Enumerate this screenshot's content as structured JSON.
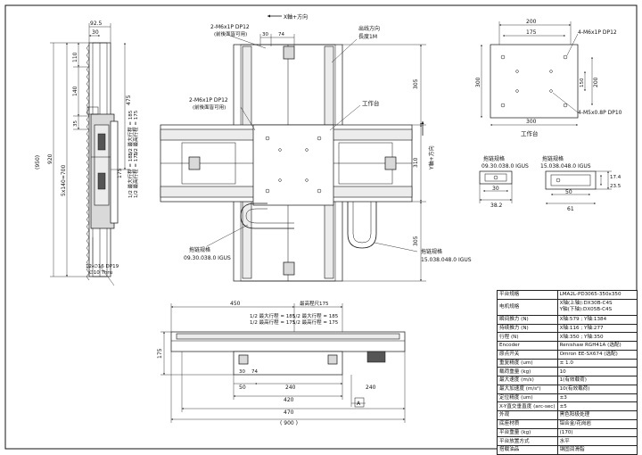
{
  "left_view": {
    "dims": {
      "top": "92.5",
      "top2": "30",
      "d110": "110",
      "d140": "140",
      "d175": "175",
      "d475": "475",
      "d35": "35",
      "pitch": "5x140=700",
      "d920": "920",
      "d950": "(950)"
    },
    "ticks": [
      "1/2 最大行程 = 185",
      "1/2 最高行程 = 175"
    ],
    "ticks2": [
      "1/2 最大行程 = 185",
      "1/2 最高行程 = 175"
    ],
    "hole_note": [
      "12-∅16 DP19",
      "∅10 Thru"
    ]
  },
  "top_view": {
    "callout_tap_top": [
      "2-M6x1P DP12",
      "(前後面皆可用)"
    ],
    "axis_x": "X軸+方向",
    "cable": [
      "出线方向",
      "長度1M"
    ],
    "callout_tap_side": [
      "2-M6x1P DP12",
      "(前後面皆可用)"
    ],
    "table_label": "工作台",
    "dims": {
      "d30": "30",
      "d74": "74",
      "d305a": "305",
      "d310": "310",
      "d305b": "305"
    },
    "axis_y": "Y軸+方向",
    "chain_left": [
      "拖链规格",
      "09.30.038.0 IGUS"
    ],
    "chain_right": [
      "拖链规格",
      "15.038.048.0 IGUS"
    ]
  },
  "front_view": {
    "dims": {
      "d450": "450",
      "center_note": "最高程尺175",
      "d30": "30",
      "d74": "74",
      "d175": "175",
      "d50": "50",
      "d240": "240",
      "d420": "420",
      "d240b": "240",
      "d470": "470",
      "d900": "( 900 )"
    },
    "ticks": [
      "1/2 最大行程 = 185",
      "1/2 最高行程 = 175"
    ],
    "ticks2": [
      "1/2 最大行程 = 185",
      "1/2 最高行程 = 175"
    ],
    "datum": "A"
  },
  "table_view": {
    "dims": {
      "d200": "200",
      "d175": "175",
      "d300h": "300",
      "d150": "150",
      "d200v": "200",
      "d300": "300"
    },
    "tap_note": "4-M6x1P DP12",
    "hole_note": "4-M5x0.8P DP10",
    "label": "工作台"
  },
  "chain_sections": {
    "left": {
      "title": [
        "拖链规格",
        "09.30.038.0 IGUS"
      ],
      "w_inner": "30",
      "w_outer": "38.2"
    },
    "right": {
      "title": [
        "拖链规格",
        "15.038.048.0 IGUS"
      ],
      "w_inner": "50",
      "w_outer": "61",
      "h_inner": "17.4",
      "h_outer": "23.5"
    }
  },
  "spec": [
    {
      "k": "平台规格",
      "v": [
        "LMA2L-PD3065-350x350"
      ]
    },
    {
      "k": "电机规格",
      "v": [
        "X轴(上轴):DX30B-C4S",
        "Y轴(下轴):DX05B-C4S"
      ]
    },
    {
      "k": "瞬间推力 (N)",
      "v": [
        "X轴:579 ; Y轴:1384"
      ]
    },
    {
      "k": "持续推力 (N)",
      "v": [
        "X轴:116 ; Y轴:277"
      ]
    },
    {
      "k": "行程 (N)",
      "v": [
        "X轴:350 ; Y轴:350"
      ]
    },
    {
      "k": "Encoder",
      "v": [
        "Renishaw RGH41A (选配)"
      ]
    },
    {
      "k": "原点开关",
      "v": [
        "Omron EE-SX674 (选配)"
      ]
    },
    {
      "k": "重复精度 (um)",
      "v": [
        "± 1.0"
      ]
    },
    {
      "k": "载荷重量 (kg)",
      "v": [
        "10"
      ]
    },
    {
      "k": "最大速度 (m/s)",
      "v": [
        "1(有效载荷)"
      ]
    },
    {
      "k": "最大加速度 (m/s²)",
      "v": [
        "10(有效载荷)"
      ]
    },
    {
      "k": "定位精度 (um)",
      "v": [
        "±3"
      ]
    },
    {
      "k": "X-Y直交垂直度 (arc-sec)",
      "v": [
        "±5"
      ]
    },
    {
      "k": "外观",
      "v": [
        "黑色阳极处理"
      ]
    },
    {
      "k": "底座材质",
      "v": [
        "铝合金/花岗岩"
      ]
    },
    {
      "k": "平台重量 (kg)",
      "v": [
        "(170)"
      ]
    },
    {
      "k": "平台放置方式",
      "v": [
        "水平"
      ]
    },
    {
      "k": "搭载油品",
      "v": [
        "钢固润滑脂"
      ]
    }
  ]
}
